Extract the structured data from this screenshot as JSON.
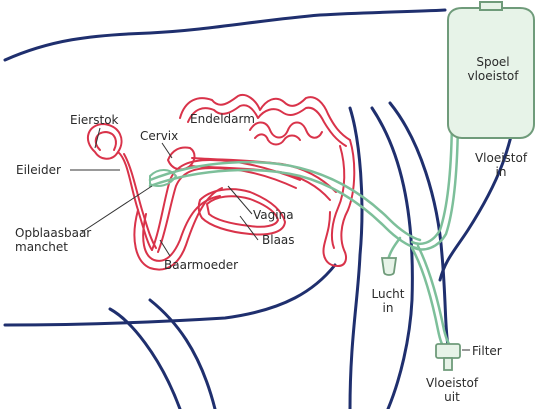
{
  "labels": {
    "eierstok": "Eierstok",
    "eileider": "Eileider",
    "cervix": "Cervix",
    "endeldarm": "Endeldarm",
    "vagina": "Vagina",
    "blaas": "Blaas",
    "baarmoeder": "Baarmoeder",
    "manchet_line1": "Opblaasbaar",
    "manchet_line2": "manchet",
    "spoel_line1": "Spoel",
    "spoel_line2": "vloeistof",
    "vloeistof_in_line1": "Vloeistof",
    "vloeistof_in_line2": "in",
    "lucht_line1": "Lucht",
    "lucht_line2": "in",
    "filter": "Filter",
    "vloeistof_uit_line1": "Vloeistof",
    "vloeistof_uit_line2": "uit"
  },
  "colors": {
    "outline": "#1f2f6e",
    "organs": "#d9334a",
    "tubing": "#7dbf9a",
    "bag_fill": "#e7f3e8",
    "bag_stroke": "#6f9b7a",
    "leader": "#333333"
  }
}
